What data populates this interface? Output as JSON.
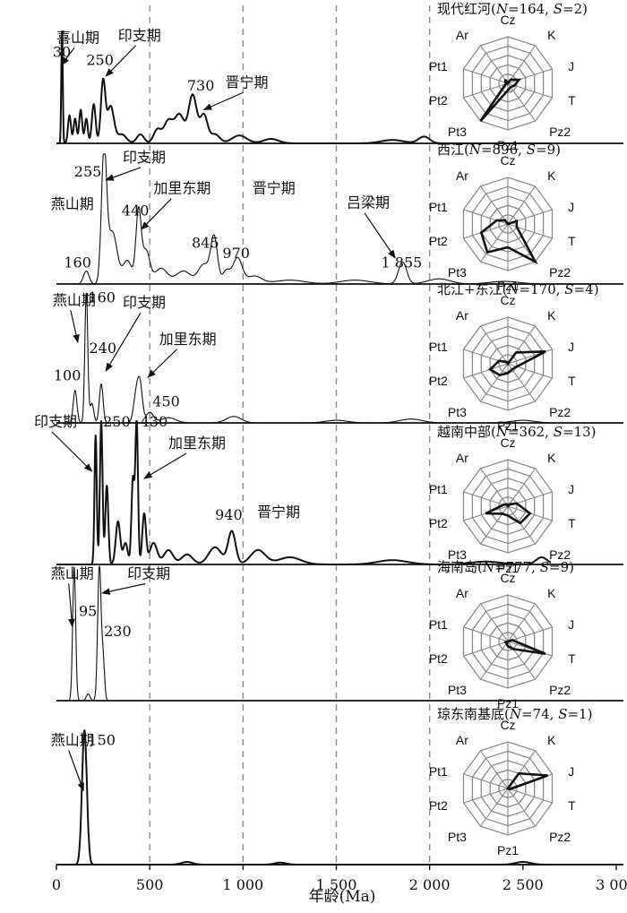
{
  "chart_data": {
    "type": "line",
    "xlabel": "年龄(Ma)",
    "xlim": [
      0,
      3000
    ],
    "x_ticks": [
      0,
      500,
      1000,
      1500,
      2000,
      2500,
      3000
    ],
    "x_tick_labels": [
      "0",
      "500",
      "1 000",
      "1 500",
      "2 000",
      "2 500",
      "3 000"
    ],
    "dashed_lines": [
      500,
      1000,
      1500,
      2000
    ],
    "radar_axes": [
      "Cz",
      "K",
      "J",
      "T",
      "Pz2",
      "Pz1",
      "Pt3",
      "Pt2",
      "Pt1",
      "Ar"
    ],
    "panels": [
      {
        "title": "现代红河(N=164, S=2)",
        "title_parts": [
          {
            "t": "现代红河("
          },
          {
            "t": "N",
            "i": true
          },
          {
            "t": "=164, "
          },
          {
            "t": "S",
            "i": true
          },
          {
            "t": "=2)"
          }
        ],
        "line_weight": "bold",
        "peaks": [
          {
            "x": 30,
            "h": 1.0,
            "w": 4
          },
          {
            "x": 70,
            "h": 0.25,
            "w": 8
          },
          {
            "x": 100,
            "h": 0.22,
            "w": 8
          },
          {
            "x": 130,
            "h": 0.3,
            "w": 8
          },
          {
            "x": 160,
            "h": 0.22,
            "w": 8
          },
          {
            "x": 200,
            "h": 0.35,
            "w": 10
          },
          {
            "x": 250,
            "h": 0.55,
            "w": 12
          },
          {
            "x": 290,
            "h": 0.33,
            "w": 18
          },
          {
            "x": 350,
            "h": 0.08,
            "w": 25
          },
          {
            "x": 450,
            "h": 0.08,
            "w": 20
          },
          {
            "x": 540,
            "h": 0.12,
            "w": 20
          },
          {
            "x": 600,
            "h": 0.2,
            "w": 25
          },
          {
            "x": 660,
            "h": 0.25,
            "w": 25
          },
          {
            "x": 730,
            "h": 0.43,
            "w": 22
          },
          {
            "x": 790,
            "h": 0.25,
            "w": 20
          },
          {
            "x": 850,
            "h": 0.08,
            "w": 25
          },
          {
            "x": 980,
            "h": 0.07,
            "w": 40
          },
          {
            "x": 1150,
            "h": 0.04,
            "w": 40
          },
          {
            "x": 1800,
            "h": 0.03,
            "w": 60
          },
          {
            "x": 1970,
            "h": 0.06,
            "w": 30
          }
        ],
        "annotations": [
          {
            "text": "喜山期",
            "x": 0,
            "y": 0.95,
            "ax": 28,
            "ay": 0.7
          },
          {
            "text": "30",
            "x": -20,
            "y": 0.82
          },
          {
            "text": "250",
            "x": 160,
            "y": 0.75
          },
          {
            "text": "印支期",
            "x": 330,
            "y": 0.97,
            "ax": 265,
            "ay": 0.6
          },
          {
            "text": "730",
            "x": 700,
            "y": 0.52
          },
          {
            "text": "晋宁期",
            "x": 905,
            "y": 0.55,
            "ax": 790,
            "ay": 0.3
          }
        ],
        "radar": [
          0.0,
          0.1,
          0.25,
          0.15,
          0.1,
          0.15,
          1.0,
          0.05,
          0.05,
          0.1
        ]
      },
      {
        "title": "西江(N=896, S=9)",
        "title_parts": [
          {
            "t": "西江("
          },
          {
            "t": "N",
            "i": true
          },
          {
            "t": "=896, "
          },
          {
            "t": "S",
            "i": true
          },
          {
            "t": "=9)"
          }
        ],
        "line_weight": "thin",
        "peaks": [
          {
            "x": 160,
            "h": 0.1,
            "w": 15
          },
          {
            "x": 255,
            "h": 1.0,
            "w": 14
          },
          {
            "x": 300,
            "h": 0.4,
            "w": 25
          },
          {
            "x": 380,
            "h": 0.18,
            "w": 25
          },
          {
            "x": 440,
            "h": 0.55,
            "w": 14
          },
          {
            "x": 480,
            "h": 0.25,
            "w": 20
          },
          {
            "x": 560,
            "h": 0.12,
            "w": 35
          },
          {
            "x": 680,
            "h": 0.1,
            "w": 40
          },
          {
            "x": 790,
            "h": 0.15,
            "w": 30
          },
          {
            "x": 845,
            "h": 0.35,
            "w": 18
          },
          {
            "x": 910,
            "h": 0.1,
            "w": 20
          },
          {
            "x": 970,
            "h": 0.2,
            "w": 25
          },
          {
            "x": 1060,
            "h": 0.06,
            "w": 40
          },
          {
            "x": 1250,
            "h": 0.03,
            "w": 80
          },
          {
            "x": 1600,
            "h": 0.03,
            "w": 80
          },
          {
            "x": 1855,
            "h": 0.17,
            "w": 22
          },
          {
            "x": 2050,
            "h": 0.04,
            "w": 60
          },
          {
            "x": 2400,
            "h": 0.02,
            "w": 80
          }
        ],
        "annotations": [
          {
            "text": "燕山期",
            "x": -30,
            "y": 0.62
          },
          {
            "text": "160",
            "x": 40,
            "y": 0.17
          },
          {
            "text": "255",
            "x": 95,
            "y": 0.87
          },
          {
            "text": "印支期",
            "x": 355,
            "y": 0.98,
            "ax": 265,
            "ay": 0.8
          },
          {
            "text": "440",
            "x": 350,
            "y": 0.57
          },
          {
            "text": "加里东期",
            "x": 520,
            "y": 0.74,
            "ax": 455,
            "ay": 0.42
          },
          {
            "text": "845",
            "x": 725,
            "y": 0.32
          },
          {
            "text": "970",
            "x": 890,
            "y": 0.24
          },
          {
            "text": "晋宁期",
            "x": 1050,
            "y": 0.74
          },
          {
            "text": "吕梁期",
            "x": 1555,
            "y": 0.63,
            "ax": 1815,
            "ay": 0.2
          },
          {
            "text": "1 855",
            "x": 1740,
            "y": 0.17
          }
        ],
        "radar": [
          0.0,
          0.0,
          0.2,
          0.2,
          1.0,
          0.5,
          0.75,
          0.6,
          0.25,
          0.1
        ]
      },
      {
        "title": "北江+东江(N=170, S=4)",
        "title_parts": [
          {
            "t": "北江+东江("
          },
          {
            "t": "N",
            "i": true
          },
          {
            "t": "=170, "
          },
          {
            "t": "S",
            "i": true
          },
          {
            "t": "=4)"
          }
        ],
        "line_weight": "thin",
        "peaks": [
          {
            "x": 100,
            "h": 0.25,
            "w": 10
          },
          {
            "x": 160,
            "h": 1.0,
            "w": 8
          },
          {
            "x": 190,
            "h": 0.15,
            "w": 10
          },
          {
            "x": 240,
            "h": 0.3,
            "w": 10
          },
          {
            "x": 430,
            "h": 0.25,
            "w": 15
          },
          {
            "x": 450,
            "h": 0.22,
            "w": 12
          },
          {
            "x": 500,
            "h": 0.08,
            "w": 20
          },
          {
            "x": 600,
            "h": 0.04,
            "w": 40
          },
          {
            "x": 950,
            "h": 0.05,
            "w": 40
          },
          {
            "x": 1500,
            "h": 0.02,
            "w": 60
          },
          {
            "x": 1900,
            "h": 0.03,
            "w": 60
          },
          {
            "x": 2500,
            "h": 0.02,
            "w": 60
          }
        ],
        "annotations": [
          {
            "text": "燕山期",
            "x": -20,
            "y": 0.95,
            "ax": 115,
            "ay": 0.62
          },
          {
            "text": "160",
            "x": 170,
            "y": 0.97
          },
          {
            "text": "印支期",
            "x": 355,
            "y": 0.93,
            "ax": 265,
            "ay": 0.4
          },
          {
            "text": "240",
            "x": 175,
            "y": 0.58
          },
          {
            "text": "100",
            "x": -15,
            "y": 0.37
          },
          {
            "text": "加里东期",
            "x": 550,
            "y": 0.65,
            "ax": 490,
            "ay": 0.35
          },
          {
            "text": "450",
            "x": 515,
            "y": 0.17
          }
        ],
        "radar": [
          0.0,
          0.3,
          0.85,
          0.2,
          0.15,
          0.2,
          0.3,
          0.4,
          0.2,
          0.05
        ]
      },
      {
        "title": "越南中部(N=362, S=13)",
        "title_parts": [
          {
            "t": "越南中部("
          },
          {
            "t": "N",
            "i": true
          },
          {
            "t": "=362, "
          },
          {
            "t": "S",
            "i": true
          },
          {
            "t": "=13)"
          }
        ],
        "line_weight": "bold",
        "peaks": [
          {
            "x": 210,
            "h": 0.9,
            "w": 6
          },
          {
            "x": 240,
            "h": 1.0,
            "w": 7
          },
          {
            "x": 270,
            "h": 0.55,
            "w": 8
          },
          {
            "x": 330,
            "h": 0.3,
            "w": 12
          },
          {
            "x": 370,
            "h": 0.15,
            "w": 12
          },
          {
            "x": 410,
            "h": 0.6,
            "w": 8
          },
          {
            "x": 430,
            "h": 1.0,
            "w": 7
          },
          {
            "x": 470,
            "h": 0.35,
            "w": 10
          },
          {
            "x": 520,
            "h": 0.15,
            "w": 20
          },
          {
            "x": 600,
            "h": 0.1,
            "w": 25
          },
          {
            "x": 700,
            "h": 0.07,
            "w": 30
          },
          {
            "x": 850,
            "h": 0.12,
            "w": 35
          },
          {
            "x": 940,
            "h": 0.23,
            "w": 20
          },
          {
            "x": 1080,
            "h": 0.1,
            "w": 40
          },
          {
            "x": 1250,
            "h": 0.05,
            "w": 60
          },
          {
            "x": 1800,
            "h": 0.03,
            "w": 80
          },
          {
            "x": 2300,
            "h": 0.02,
            "w": 80
          },
          {
            "x": 2600,
            "h": 0.05,
            "w": 30
          }
        ],
        "annotations": [
          {
            "text": "印支期",
            "x": -120,
            "y": 1.0,
            "ax": 190,
            "ay": 0.65
          },
          {
            "text": "250",
            "x": 250,
            "y": 1.0
          },
          {
            "text": "430",
            "x": 450,
            "y": 1.0
          },
          {
            "text": "加里东期",
            "x": 600,
            "y": 0.85,
            "ax": 470,
            "ay": 0.6
          },
          {
            "text": "940",
            "x": 850,
            "y": 0.35
          },
          {
            "text": "晋宁期",
            "x": 1075,
            "y": 0.37
          }
        ],
        "radar": [
          0.0,
          0.05,
          0.2,
          0.5,
          0.45,
          0.2,
          0.2,
          0.5,
          0.1,
          0.05
        ]
      },
      {
        "title": "海南岛(N=777, S=9)",
        "title_parts": [
          {
            "t": "海南岛("
          },
          {
            "t": "N",
            "i": true
          },
          {
            "t": "=777, "
          },
          {
            "t": "S",
            "i": true
          },
          {
            "t": "=9)"
          }
        ],
        "line_weight": "thin",
        "peaks": [
          {
            "x": 95,
            "h": 1.0,
            "w": 8
          },
          {
            "x": 170,
            "h": 0.05,
            "w": 10
          },
          {
            "x": 230,
            "h": 1.0,
            "w": 9
          },
          {
            "x": 250,
            "h": 0.3,
            "w": 8
          }
        ],
        "annotations": [
          {
            "text": "燕山期",
            "x": -30,
            "y": 0.95,
            "ax": 85,
            "ay": 0.55
          },
          {
            "text": "95",
            "x": 120,
            "y": 0.67
          },
          {
            "text": "印支期",
            "x": 380,
            "y": 0.95,
            "ax": 245,
            "ay": 0.8
          },
          {
            "text": "230",
            "x": 255,
            "y": 0.52
          }
        ],
        "radar": [
          0.0,
          0.0,
          0.1,
          0.85,
          0.2,
          0.1,
          0.05,
          0.05,
          0.0,
          0.0
        ]
      },
      {
        "title": "琼东南基底(N=74, S=1)",
        "title_parts": [
          {
            "t": "琼东南基底("
          },
          {
            "t": "N",
            "i": true
          },
          {
            "t": "=74, "
          },
          {
            "t": "S",
            "i": true
          },
          {
            "t": "=1)"
          }
        ],
        "line_weight": "bold",
        "peaks": [
          {
            "x": 150,
            "h": 1.0,
            "w": 13
          },
          {
            "x": 700,
            "h": 0.02,
            "w": 30
          },
          {
            "x": 1200,
            "h": 0.015,
            "w": 30
          },
          {
            "x": 2500,
            "h": 0.02,
            "w": 40
          }
        ],
        "annotations": [
          {
            "text": "燕山期",
            "x": -30,
            "y": 0.93,
            "ax": 145,
            "ay": 0.55
          },
          {
            "text": "150",
            "x": 170,
            "y": 0.93
          }
        ],
        "radar": [
          0.0,
          0.4,
          0.9,
          0.05,
          0.0,
          0.0,
          0.0,
          0.0,
          0.0,
          0.0
        ]
      }
    ]
  }
}
